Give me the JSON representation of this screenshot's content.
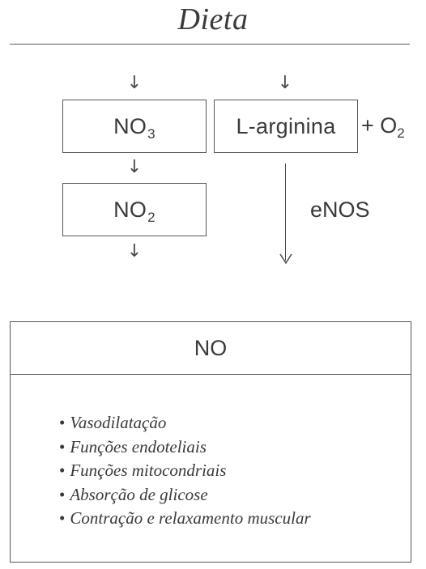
{
  "title": "Dieta",
  "arrow_glyph": "↓",
  "nodes": {
    "nitrate": {
      "base": "NO",
      "sub": "3"
    },
    "nitrite": {
      "base": "NO",
      "sub": "2"
    },
    "arginine": {
      "label": "L-arginina"
    },
    "oxygen": {
      "prefix": "+ O",
      "sub": "2"
    }
  },
  "enzyme_label": "eNOS",
  "product": {
    "label": "NO",
    "effects": [
      "Vasodilatação",
      "Funções endoteliais",
      "Funções mitocondriais",
      "Absorção de glicose",
      "Contração e relaxamento muscular"
    ]
  }
}
